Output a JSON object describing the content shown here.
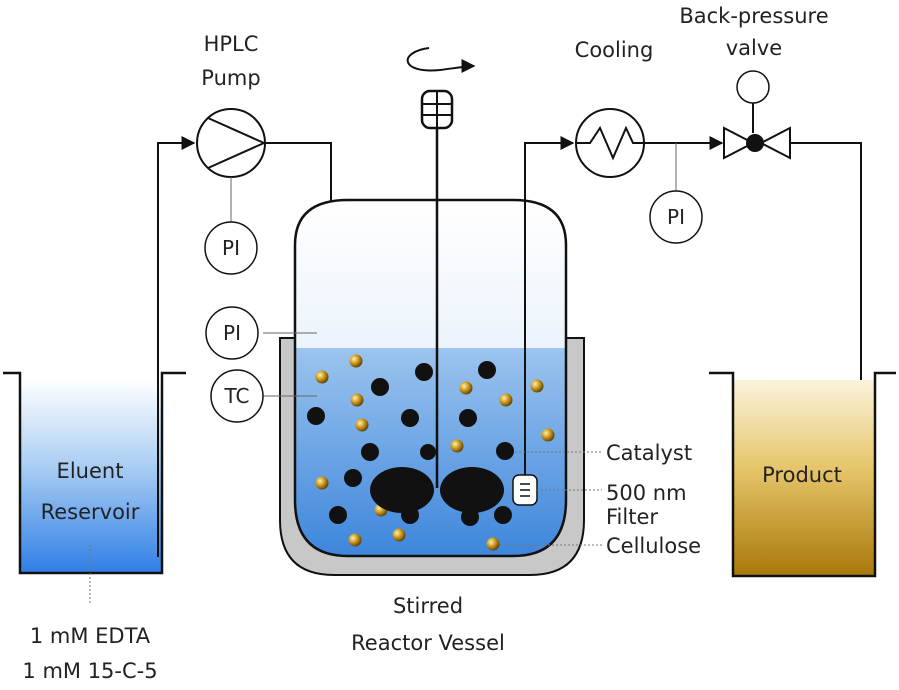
{
  "labels": {
    "hplc_pump": [
      "HPLC",
      "Pump"
    ],
    "cooling": "Cooling",
    "back_pressure_valve": [
      "Back-pressure",
      "valve"
    ],
    "eluent_reservoir": [
      "Eluent",
      "Reservoir"
    ],
    "eluent_contents": [
      "1 mM EDTA",
      "1 mM 15-C-5"
    ],
    "product": "Product",
    "reactor": [
      "Stirred",
      "Reactor Vessel"
    ],
    "catalyst": "Catalyst",
    "filter": [
      "500 nm",
      "Filter"
    ],
    "cellulose": "Cellulose"
  },
  "instruments": {
    "pump_gauge": "PI",
    "reactor_gauge": "PI",
    "reactor_temp": "TC",
    "outlet_gauge": "PI"
  },
  "icons": [
    "pump-symbol-icon",
    "heat-exchanger-icon",
    "valve-icon",
    "stirrer-icon",
    "rotation-arrow-icon",
    "filter-icon"
  ],
  "colors": {
    "eluent_liquid": "#2f7fe6",
    "product_liquid": "#b8860b",
    "reactor_liquid": "#3d86dc",
    "jacket": "#c8c8c8",
    "catalyst": "#111111",
    "cellulose": "#c9961e"
  }
}
